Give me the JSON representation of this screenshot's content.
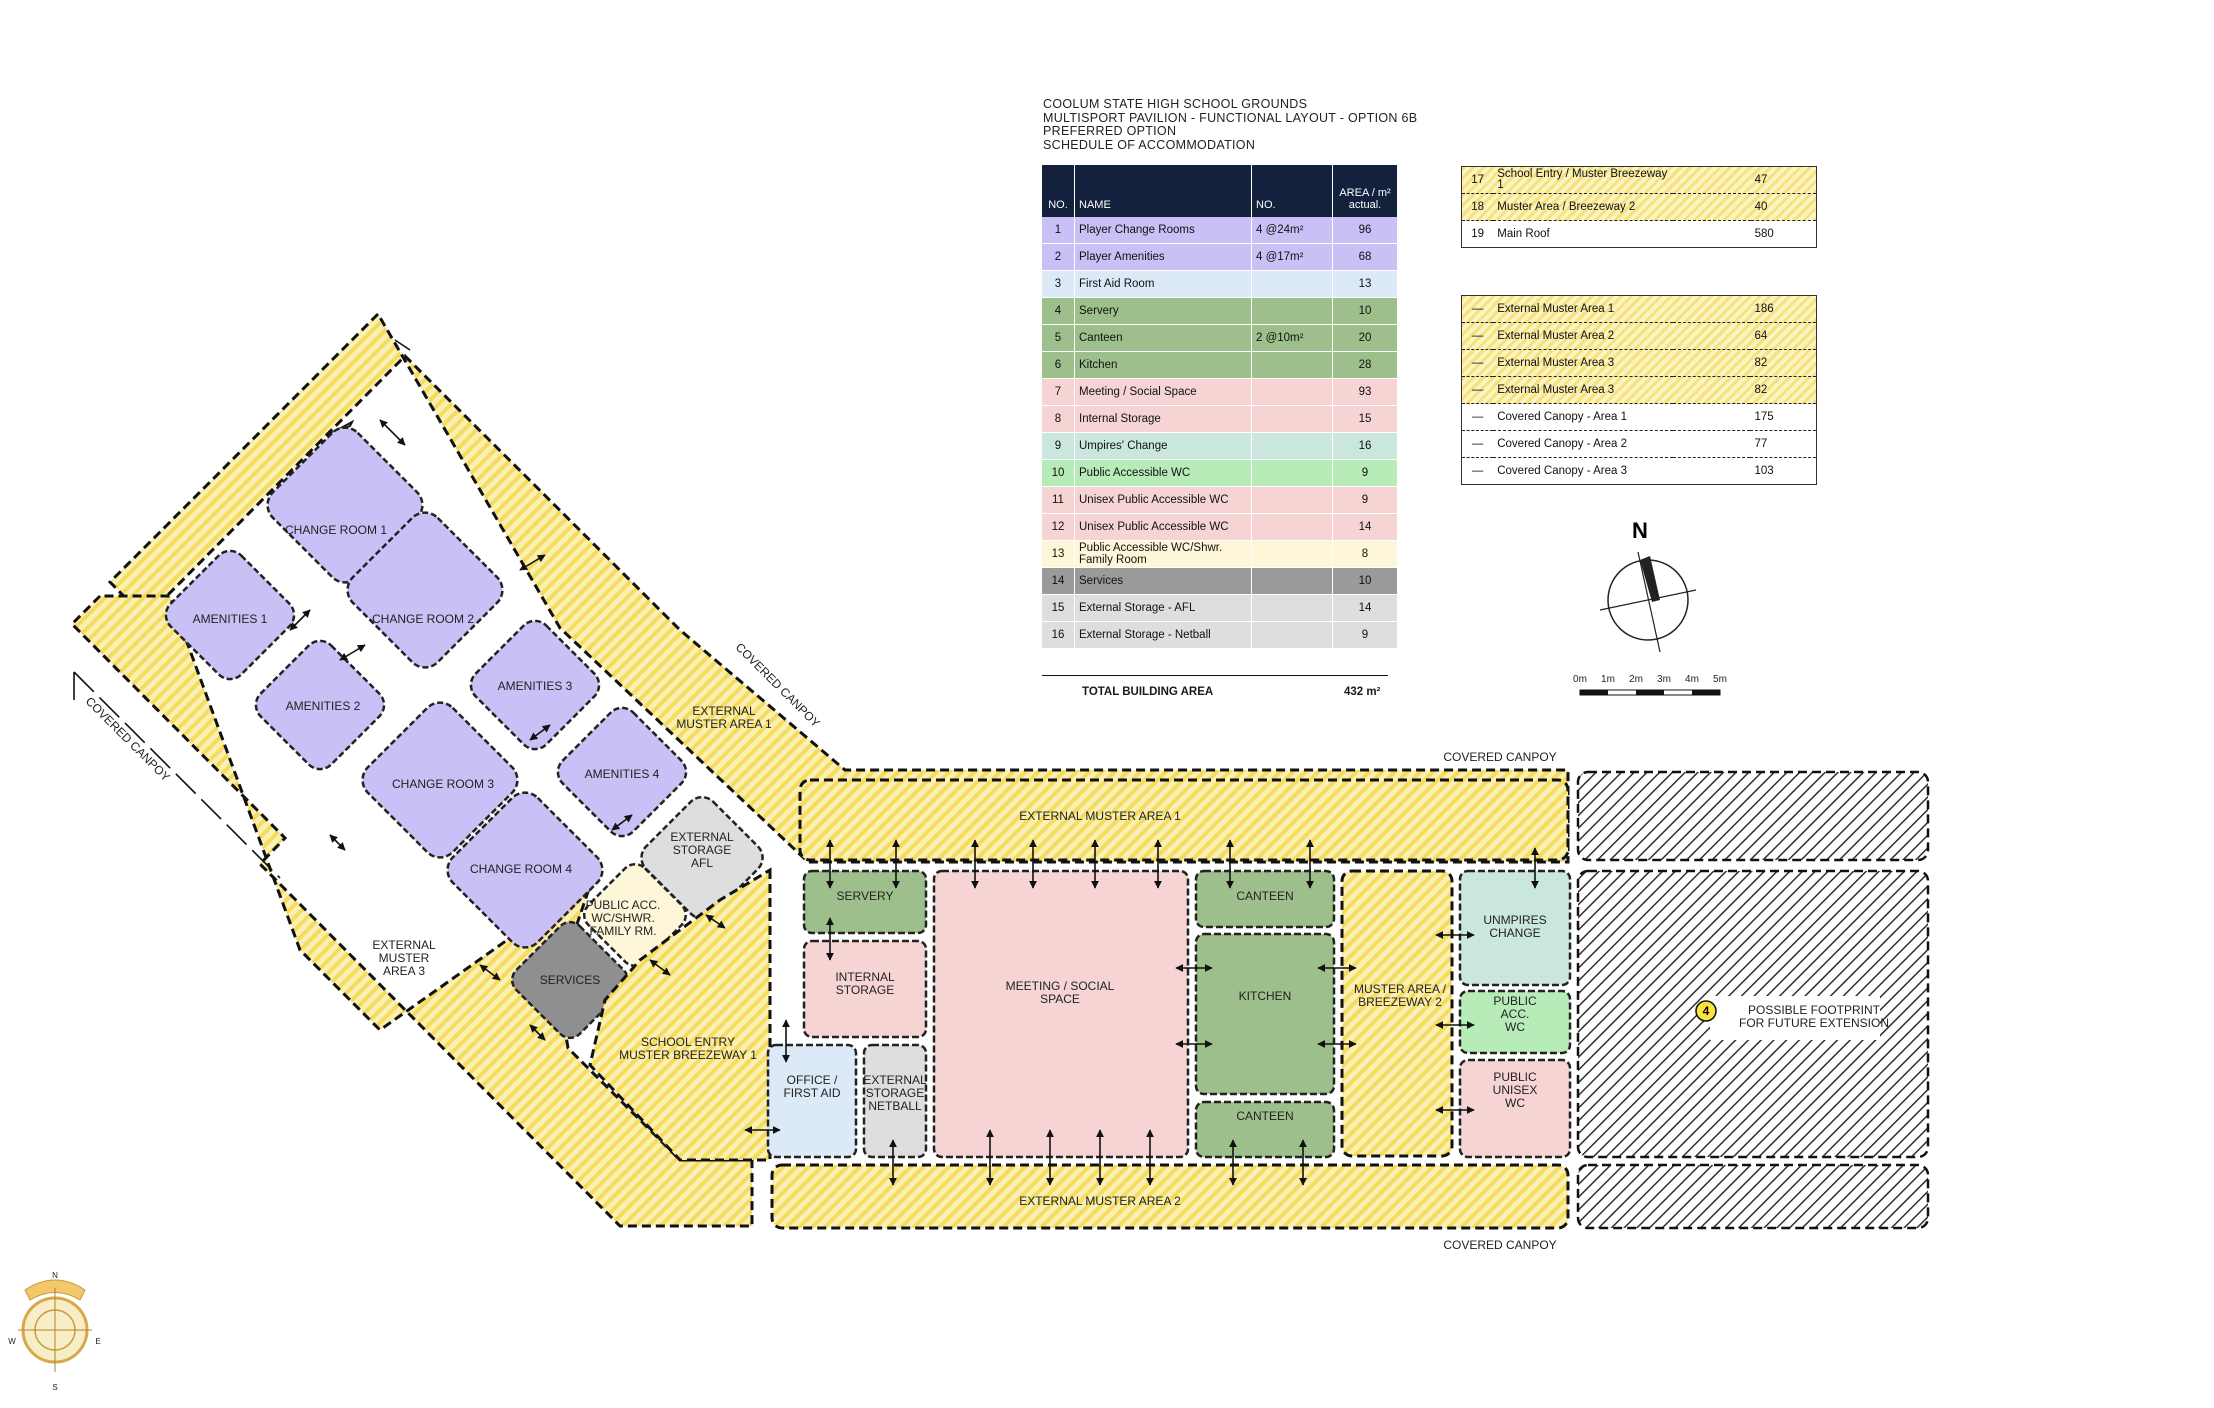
{
  "header": {
    "line1": "COOLUM STATE HIGH SCHOOL GROUNDS",
    "line2": "MULTISPORT PAVILION - FUNCTIONAL LAYOUT - OPTION 6B",
    "line3": "PREFERRED OPTION",
    "line4": "SCHEDULE OF ACCOMMODATION"
  },
  "schedule": {
    "headers": {
      "no": "NO.",
      "name": "NAME",
      "count": "NO.",
      "area": "AREA / m² actual."
    },
    "rows": [
      {
        "no": "1",
        "name": "Player Change Rooms",
        "count": "4 @24m²",
        "area": "96",
        "color": "#c9c0f5"
      },
      {
        "no": "2",
        "name": "Player Amenities",
        "count": "4 @17m²",
        "area": "68",
        "color": "#c9c0f5"
      },
      {
        "no": "3",
        "name": "First Aid Room",
        "count": "",
        "area": "13",
        "color": "#dce9f7"
      },
      {
        "no": "4",
        "name": "Servery",
        "count": "",
        "area": "10",
        "color": "#9dbf8c"
      },
      {
        "no": "5",
        "name": "Canteen",
        "count": "2 @10m²",
        "area": "20",
        "color": "#9dbf8c"
      },
      {
        "no": "6",
        "name": "Kitchen",
        "count": "",
        "area": "28",
        "color": "#9dbf8c"
      },
      {
        "no": "7",
        "name": "Meeting / Social Space",
        "count": "",
        "area": "93",
        "color": "#f6d4d4"
      },
      {
        "no": "8",
        "name": "Internal Storage",
        "count": "",
        "area": "15",
        "color": "#f6d4d4"
      },
      {
        "no": "9",
        "name": "Umpires' Change",
        "count": "",
        "area": "16",
        "color": "#c9e7de"
      },
      {
        "no": "10",
        "name": "Public Accessible WC",
        "count": "",
        "area": "9",
        "color": "#b7ecb9"
      },
      {
        "no": "11",
        "name": "Unisex Public Accessible WC",
        "count": "",
        "area": "9",
        "color": "#f6d4d4"
      },
      {
        "no": "12",
        "name": "Unisex Public Accessible WC",
        "count": "",
        "area": "14",
        "color": "#f6d4d4"
      },
      {
        "no": "13",
        "name": "Public Accessible WC/Shwr. Family Room",
        "count": "",
        "area": "8",
        "color": "#fdf6d8"
      },
      {
        "no": "14",
        "name": "Services",
        "count": "",
        "area": "10",
        "color": "#9a9a9a"
      },
      {
        "no": "15",
        "name": "External Storage - AFL",
        "count": "",
        "area": "14",
        "color": "#dedede"
      },
      {
        "no": "16",
        "name": "External Storage - Netball",
        "count": "",
        "area": "9",
        "color": "#dedede"
      }
    ],
    "total_label": "TOTAL BUILDING AREA",
    "total_value": "432 m²"
  },
  "external_table": {
    "rows": [
      {
        "no": "17",
        "name": "School Entry / Muster Breezeway 1",
        "area": "47"
      },
      {
        "no": "18",
        "name": "Muster Area / Breezeway 2",
        "area": "40"
      },
      {
        "no": "19",
        "name": "Main Roof",
        "area": "580"
      }
    ]
  },
  "muster_table": {
    "rows": [
      {
        "no": "—",
        "name": "External Muster Area 1",
        "area": "186"
      },
      {
        "no": "—",
        "name": "External Muster Area 2",
        "area": "64"
      },
      {
        "no": "—",
        "name": "External Muster Area 3",
        "area": "82"
      },
      {
        "no": "—",
        "name": "External Muster Area 3",
        "area": "82"
      },
      {
        "no": "—",
        "name": "Covered Canopy - Area 1",
        "area": "175"
      },
      {
        "no": "—",
        "name": "Covered Canopy - Area 2",
        "area": "77"
      },
      {
        "no": "—",
        "name": "Covered Canopy - Area 3",
        "area": "103"
      }
    ]
  },
  "north_label": "N",
  "scale": {
    "ticks": [
      "0m",
      "1m",
      "2m",
      "3m",
      "4m",
      "5m"
    ]
  },
  "sun_compass": {
    "n": "N",
    "s": "S",
    "e": "E",
    "w": "W"
  },
  "plan_labels": {
    "change_room_1": "CHANGE ROOM 1",
    "change_room_2": "CHANGE ROOM 2",
    "change_room_3": "CHANGE ROOM 3",
    "change_room_4": "CHANGE ROOM 4",
    "amenities_1": "AMENITIES 1",
    "amenities_2": "AMENITIES 2",
    "amenities_3": "AMENITIES 3",
    "amenities_4": "AMENITIES 4",
    "ext_storage_afl": [
      "EXTERNAL",
      "STORAGE",
      "AFL"
    ],
    "public_acc_wc": [
      "PUBLIC ACC.",
      "WC/SHWR.",
      "FAMILY RM."
    ],
    "services": "SERVICES",
    "ext_muster_1_diag": [
      "EXTERNAL",
      "MUSTER AREA 1"
    ],
    "ext_muster_3": [
      "EXTERNAL",
      "MUSTER",
      "AREA 3"
    ],
    "covered_canopy_diag_1": "COVERED CANPOY",
    "covered_canopy_diag_2": "COVERED CANPOY",
    "covered_canopy_top": "COVERED CANPOY",
    "covered_canopy_bottom": "COVERED CANPOY",
    "ext_muster_1": "EXTERNAL MUSTER AREA 1",
    "ext_muster_2": "EXTERNAL MUSTER AREA 2",
    "school_entry": [
      "SCHOOL ENTRY",
      "MUSTER BREEZEWAY 1"
    ],
    "servery": "SERVERY",
    "internal_storage": [
      "INTERNAL",
      "STORAGE"
    ],
    "office": [
      "OFFICE /",
      "FIRST AID"
    ],
    "ext_storage_netball": [
      "EXTERNAL",
      "STORAGE",
      "NETBALL"
    ],
    "meeting": [
      "MEETING / SOCIAL",
      "SPACE"
    ],
    "canteen_top": "CANTEEN",
    "kitchen": "KITCHEN",
    "canteen_bottom": "CANTEEN",
    "muster_breezeway_2": [
      "MUSTER AREA /",
      "BREEZEWAY 2"
    ],
    "umpires": [
      "UNMPIRES",
      "CHANGE"
    ],
    "public_acc_wc_2": [
      "PUBLIC",
      "ACC.",
      "WC"
    ],
    "public_unisex_wc": [
      "PUBLIC",
      "UNISEX",
      "WC"
    ],
    "future_badge": "4",
    "future_extension": [
      "POSSIBLE FOOTPRINT",
      "FOR FUTURE EXTENSION"
    ]
  },
  "colors": {
    "purple": "#c9c0f5",
    "green": "#9dbf8c",
    "pink": "#f6d4d4",
    "blue": "#dce9f7",
    "grey": "#dedede",
    "dark_grey": "#8f8f8f",
    "cream": "#fdf6d8",
    "mint": "#c9e7de",
    "light_green": "#b7ecb9",
    "yellow_hatch": "#f6e27a",
    "header_navy": "#14213d"
  }
}
